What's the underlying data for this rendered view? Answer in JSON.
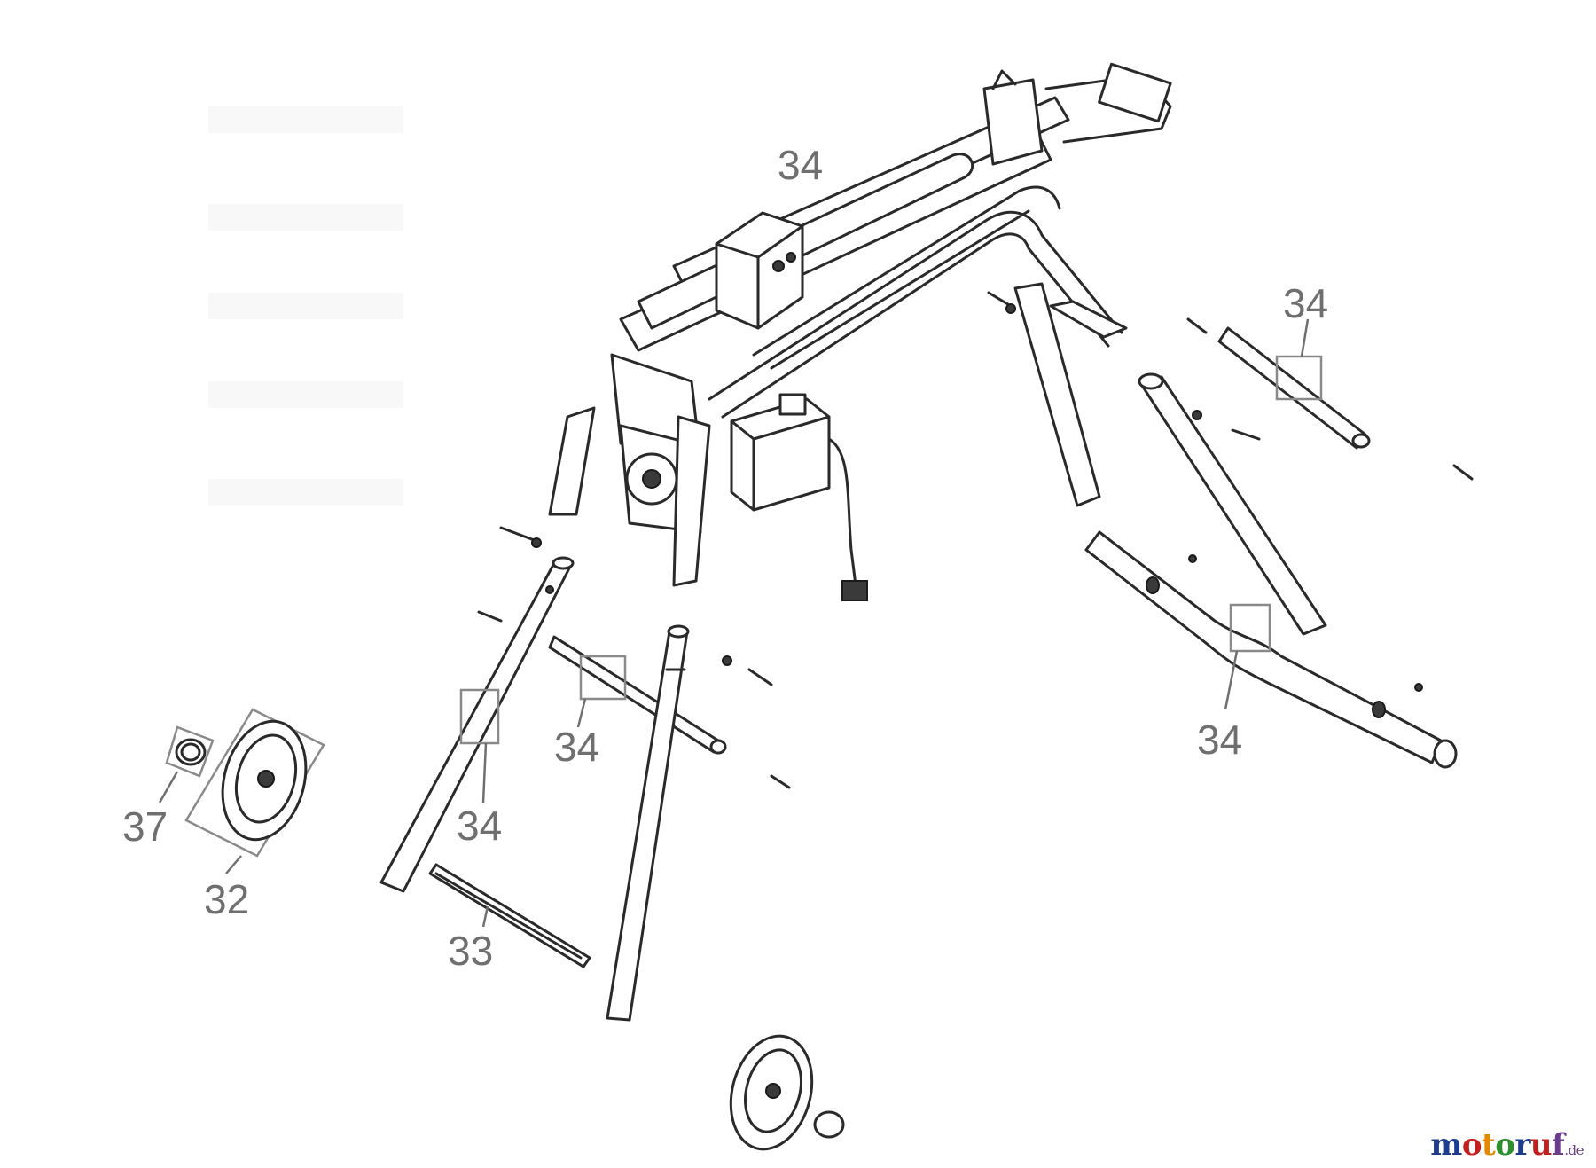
{
  "callouts": {
    "c34_top": "34",
    "c34_right": "34",
    "c34_center": "34",
    "c34_left_leg": "34",
    "c34_bottom_right": "34",
    "c37": "37",
    "c32": "32",
    "c33": "33"
  },
  "watermark": {
    "letters": [
      "m",
      "o",
      "t",
      "o",
      "r",
      "u",
      "f"
    ],
    "letter_colors": [
      "#1f3d8f",
      "#c21f1f",
      "#e08a00",
      "#2f8f2f",
      "#1f3d8f",
      "#c21f1f",
      "#6a3d8a"
    ],
    "tld": ".de"
  }
}
